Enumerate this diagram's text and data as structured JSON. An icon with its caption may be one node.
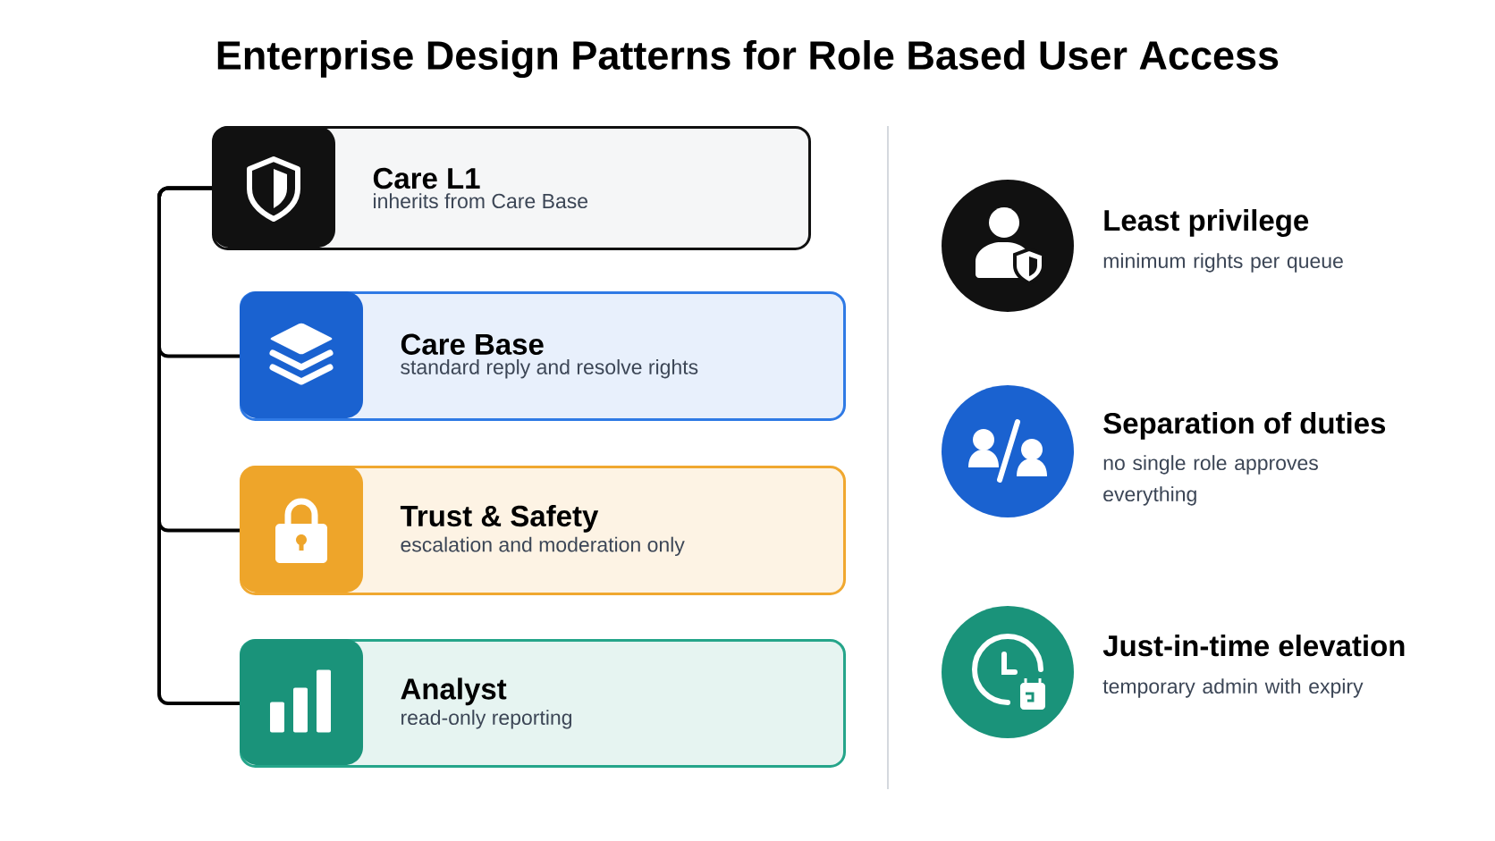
{
  "diagram": {
    "title": "Enterprise Design Patterns for Role Based User Access",
    "nodes": [
      {
        "text": [
          "Care L1",
          "inherits from Care Base"
        ]
      },
      {
        "text": [
          "Care Base",
          "standard reply and resolve rights"
        ]
      },
      {
        "text": [
          "Trust & Safety",
          "escalation and moderation only"
        ]
      },
      {
        "text": [
          "Analyst",
          "read-only reporting"
        ]
      }
    ],
    "edges": [
      {
        "from": 0,
        "to": 1,
        "arrow": "none"
      },
      {
        "from": 0,
        "to": 2,
        "arrow": "none"
      },
      {
        "from": 0,
        "to": 3,
        "arrow": "none"
      }
    ],
    "labels": [
      "Least privilege",
      "minimum rights per queue",
      "Separation of duties",
      "no single role approves everything",
      "Just-in-time elevation",
      "temporary admin with expiry"
    ]
  }
}
